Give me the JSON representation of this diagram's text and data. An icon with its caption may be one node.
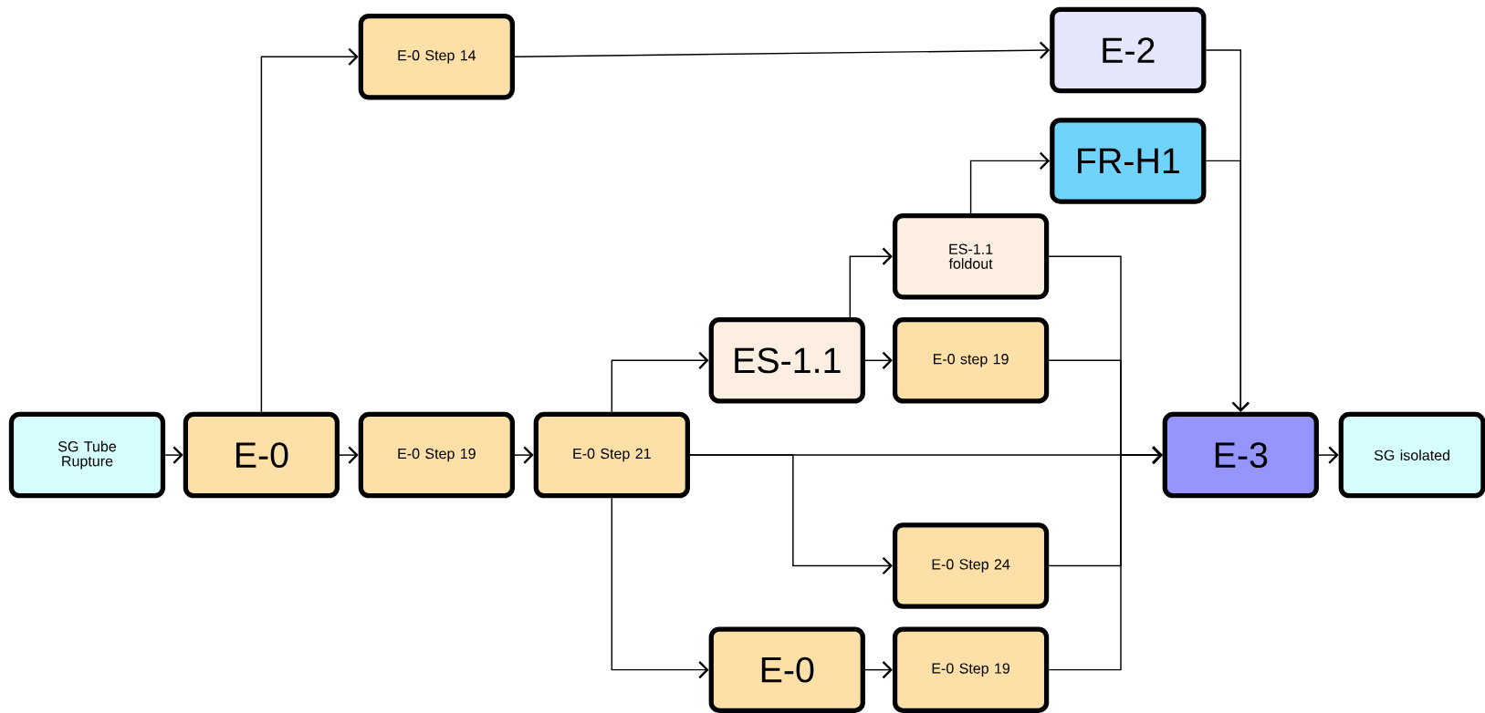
{
  "diagram": {
    "nodes": [
      {
        "text": [
          "SG Tube Rupture"
        ]
      },
      {
        "text": [
          "E-0"
        ]
      },
      {
        "text": [
          "E-0 Step 14"
        ]
      },
      {
        "text": [
          "E-0 Step 19"
        ]
      },
      {
        "text": [
          "E-0 Step 21"
        ]
      },
      {
        "text": [
          "E-2"
        ]
      },
      {
        "text": [
          "FR-H1"
        ]
      },
      {
        "text": [
          "ES-1.1 foldout"
        ]
      },
      {
        "text": [
          "ES-1.1"
        ]
      },
      {
        "text": [
          "E-0 step 19"
        ]
      },
      {
        "text": [
          "E-3"
        ]
      },
      {
        "text": [
          "SG isolated"
        ]
      },
      {
        "text": [
          "E-0 Step 24"
        ]
      },
      {
        "text": [
          "E-0"
        ]
      },
      {
        "text": [
          "E-0 Step 19"
        ]
      }
    ],
    "edges": [
      {
        "from": 0,
        "to": 1,
        "arrow": "to"
      },
      {
        "from": 1,
        "to": 3,
        "arrow": "to"
      },
      {
        "from": 3,
        "to": 4,
        "arrow": "to"
      },
      {
        "from": 1,
        "to": 2,
        "arrow": "to"
      },
      {
        "from": 2,
        "to": 5,
        "arrow": "to"
      },
      {
        "from": 4,
        "to": 8,
        "arrow": "to"
      },
      {
        "from": 8,
        "to": 9,
        "arrow": "to"
      },
      {
        "from": 8,
        "to": 7,
        "arrow": "to"
      },
      {
        "from": 7,
        "to": 6,
        "arrow": "to"
      },
      {
        "from": 4,
        "to": 10,
        "arrow": "to"
      },
      {
        "from": 4,
        "to": 12,
        "arrow": "to"
      },
      {
        "from": 4,
        "to": 13,
        "arrow": "to"
      },
      {
        "from": 13,
        "to": 14,
        "arrow": "to"
      },
      {
        "from": 10,
        "to": 11,
        "arrow": "to"
      },
      {
        "from": 5,
        "to": 10,
        "arrow": "to"
      },
      {
        "from": 6,
        "to": 10,
        "arrow": "to"
      },
      {
        "from": 7,
        "to": 10,
        "arrow": "to"
      },
      {
        "from": 9,
        "to": 10,
        "arrow": "to"
      },
      {
        "from": 12,
        "to": 10,
        "arrow": "to"
      },
      {
        "from": 14,
        "to": 10,
        "arrow": "to"
      }
    ]
  }
}
